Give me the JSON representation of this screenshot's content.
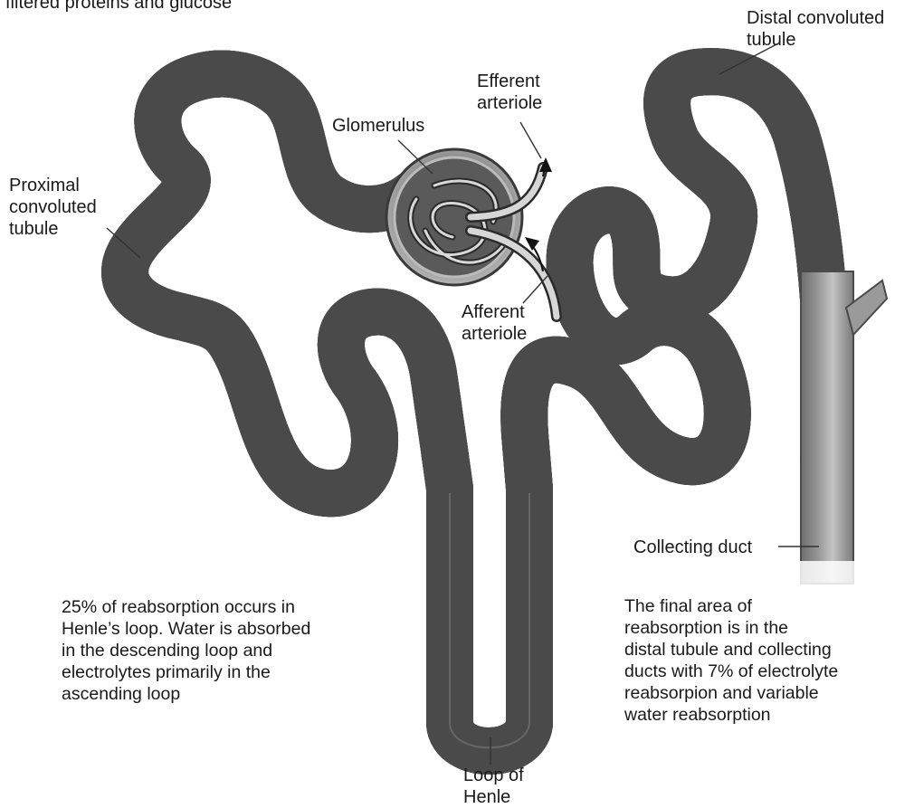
{
  "top_caption": "filtered proteins and glucose",
  "labels": {
    "distal": [
      "Distal convoluted",
      "tubule"
    ],
    "efferent": [
      "Efferent",
      "arteriole"
    ],
    "glomerulus": [
      "Glomerulus"
    ],
    "proximal": [
      "Proximal",
      "convoluted",
      "tubule"
    ],
    "afferent": [
      "Afferent",
      "arteriole"
    ],
    "collecting": [
      "Collecting duct"
    ],
    "loop": [
      "Loop of",
      "Henle"
    ]
  },
  "notes": {
    "henle": [
      "25% of reabsorption occurs in",
      "Henle’s loop. Water is absorbed",
      "in the descending loop and",
      "electrolytes primarily in the",
      "ascending loop"
    ],
    "distal": [
      "The final area of",
      "reabsorption is in the",
      "distal tubule and collecting",
      "ducts with 7% of electrolyte",
      "reabsorpion and variable",
      "water reabsorption"
    ]
  }
}
